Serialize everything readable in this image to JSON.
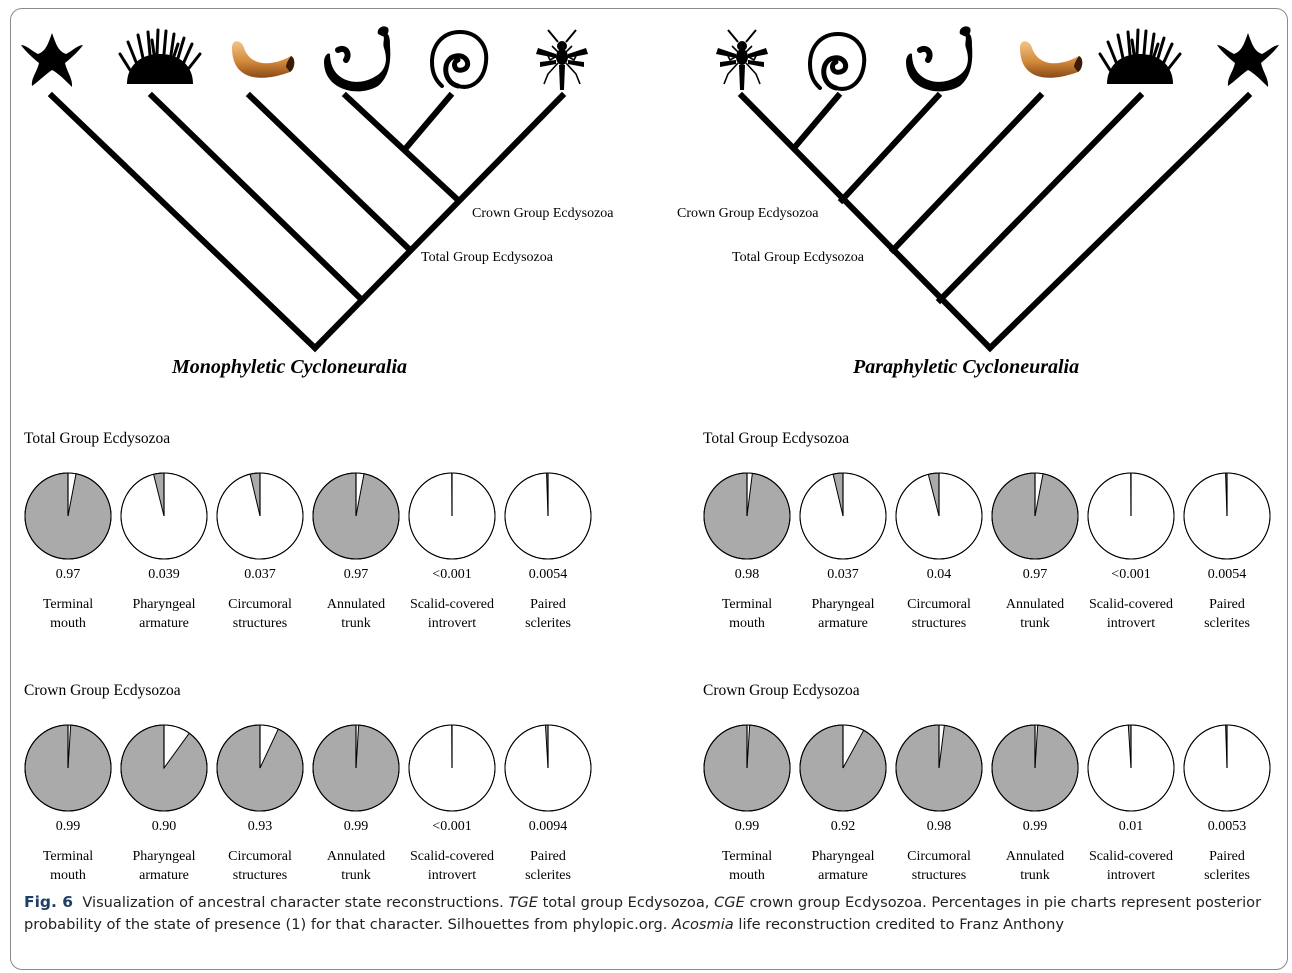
{
  "colors": {
    "present": "#aaaaaa",
    "absent": "#ffffff",
    "stroke": "#000000",
    "worm": "#d38a3a",
    "figure_label": "#1f3f66"
  },
  "trees": [
    {
      "title": "Monophyletic Cycloneuralia",
      "taxa_icons": [
        "starfish-icon",
        "sea-urchin-icon",
        "larva-icon",
        "priapulid-icon",
        "nematode-icon",
        "insect-icon"
      ],
      "node_labels": {
        "crown": "Crown Group Ecdysozoa",
        "total": "Total Group Ecdysozoa"
      }
    },
    {
      "title": "Paraphyletic Cycloneuralia",
      "taxa_icons": [
        "insect-icon",
        "nematode-icon",
        "priapulid-icon",
        "larva-icon",
        "sea-urchin-icon",
        "starfish-icon"
      ],
      "node_labels": {
        "crown": "Crown Group Ecdysozoa",
        "total": "Total Group Ecdysozoa"
      }
    }
  ],
  "characters": [
    [
      "Terminal",
      "mouth"
    ],
    [
      "Pharyngeal",
      "armature"
    ],
    [
      "Circumoral",
      "structures"
    ],
    [
      "Annulated",
      "trunk"
    ],
    [
      "Scalid-covered",
      "introvert"
    ],
    [
      "Paired",
      "sclerites"
    ]
  ],
  "pie_groups": [
    {
      "heading": "Total Group Ecdysozoa",
      "labels": [
        "0.97",
        "0.039",
        "0.037",
        "0.97",
        "<0.001",
        "0.0054"
      ],
      "probabilities": [
        0.97,
        0.039,
        0.037,
        0.97,
        0.001,
        0.0054
      ]
    },
    {
      "heading": "Total Group Ecdysozoa",
      "labels": [
        "0.98",
        "0.037",
        "0.04",
        "0.97",
        "<0.001",
        "0.0054"
      ],
      "probabilities": [
        0.98,
        0.037,
        0.04,
        0.97,
        0.001,
        0.0054
      ]
    },
    {
      "heading": "Crown Group Ecdysozoa",
      "labels": [
        "0.99",
        "0.90",
        "0.93",
        "0.99",
        "<0.001",
        "0.0094"
      ],
      "probabilities": [
        0.99,
        0.9,
        0.93,
        0.99,
        0.001,
        0.0094
      ]
    },
    {
      "heading": "Crown Group Ecdysozoa",
      "labels": [
        "0.99",
        "0.92",
        "0.98",
        "0.99",
        "0.01",
        "0.0053"
      ],
      "probabilities": [
        0.99,
        0.92,
        0.98,
        0.99,
        0.01,
        0.0053
      ]
    }
  ],
  "caption": {
    "fig_label": "Fig. 6",
    "s1": "Visualization of ancestral character state reconstructions.",
    "tge_abbr": "TGE",
    "s2": "total group Ecdysozoa,",
    "cge_abbr": "CGE",
    "s3": "crown group Ecdysozoa. Percentages in pie charts represent posterior probability of the state of presence (1) for that character. Silhouettes from phylopic.org.",
    "acosmia": "Acosmia",
    "s4": "life reconstruction credited to Franz Anthony"
  }
}
